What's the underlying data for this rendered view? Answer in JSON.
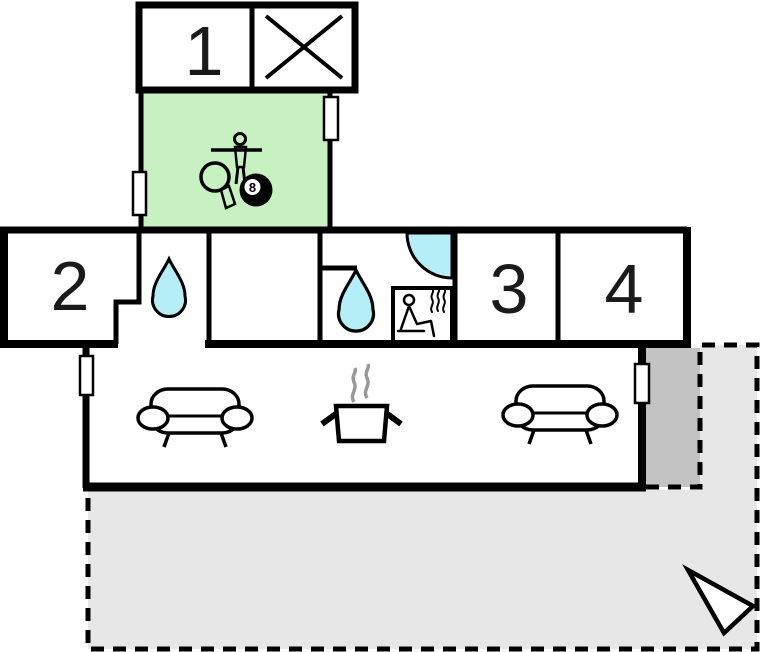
{
  "floorplan": {
    "rooms": {
      "room1_label": "1",
      "room2_label": "2",
      "room3_label": "3",
      "room4_label": "4"
    },
    "game_room": {
      "eight_ball_label": "8"
    },
    "icons": {
      "crossed_room": "x-mark",
      "game_room_items": [
        "table-tennis-paddle",
        "foosball-player",
        "eight-ball"
      ],
      "shower_room": "water-drop",
      "bathroom": "water-drop",
      "corner_shower": "quarter-circle-shower",
      "sauna": "person-sitting-with-steam",
      "living_room_items": [
        "sofa",
        "steaming-cooking-pot",
        "sofa"
      ],
      "terrace_marker": "north-arrow",
      "openings": "window"
    },
    "colors": {
      "wall": "#000000",
      "game_room_fill": "#c8f1c2",
      "water_fill": "#b5eef7",
      "terrace_fill": "#e7e7e7",
      "covered_terrace_fill": "#c3c3c3",
      "steam": "#999999",
      "room_fill": "#ffffff"
    }
  }
}
